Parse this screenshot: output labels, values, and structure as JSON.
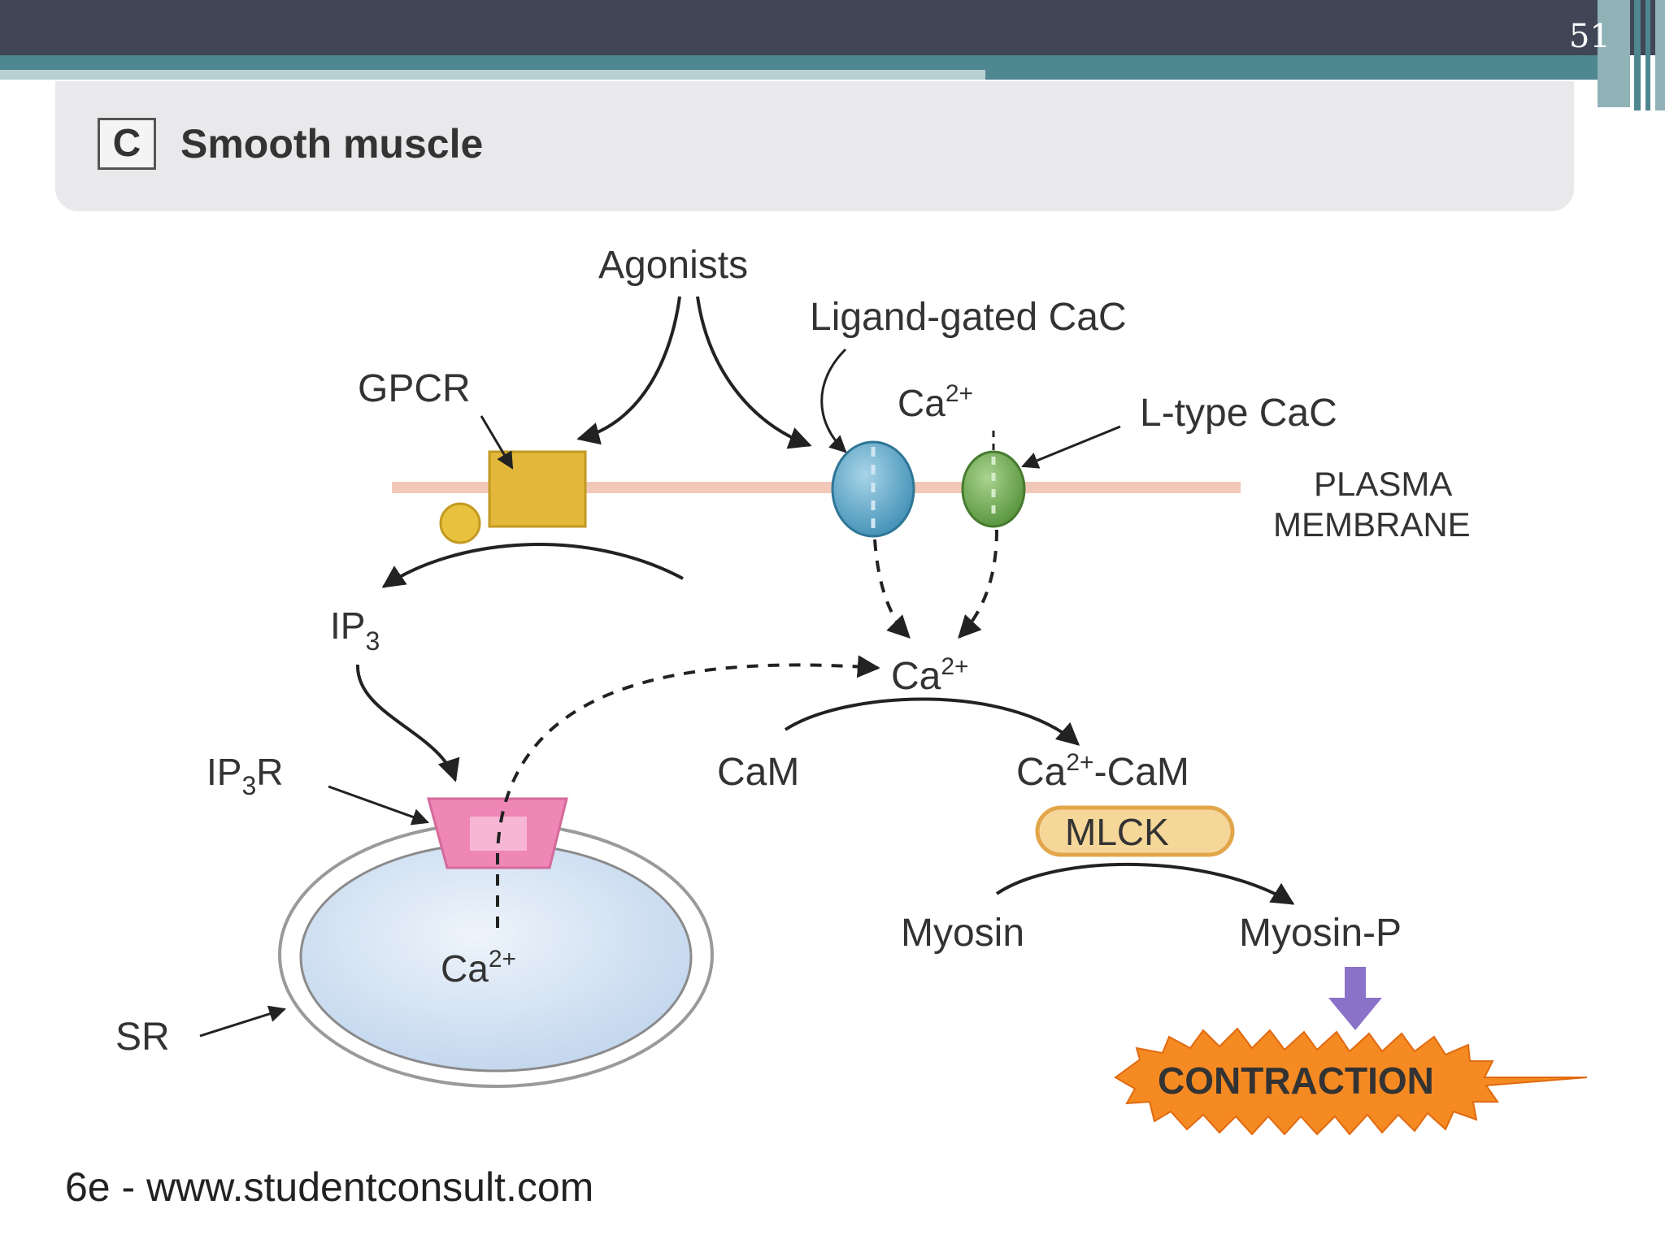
{
  "slide": {
    "number": "51"
  },
  "header": {
    "tag": "C",
    "title": "Smooth muscle"
  },
  "labels": {
    "agonists": "Agonists",
    "ligand_gated": "Ligand-gated CaC",
    "gpcr": "GPCR",
    "ca_top": "Ca",
    "ca_top_sup": "2+",
    "l_type": "L-type CaC",
    "plasma": "PLASMA",
    "membrane": "MEMBRANE",
    "ip3": "IP",
    "ip3_sub": "3",
    "ca_center": "Ca",
    "ca_center_sup": "2+",
    "ip3r_a": "IP",
    "ip3r_sub": "3",
    "ip3r_b": "R",
    "cam": "CaM",
    "ca_cam_a": "Ca",
    "ca_cam_sup": "2+",
    "ca_cam_b": "-CaM",
    "mlck": "MLCK",
    "ca_sr": "Ca",
    "ca_sr_sup": "2+",
    "myosin": "Myosin",
    "myosin_p": "Myosin-P",
    "sr": "SR",
    "contraction": "CONTRACTION"
  },
  "footer": {
    "source": "6e - www.studentconsult.com"
  },
  "colors": {
    "membrane": "#f2c9b8",
    "gpcr": "#e3b83a",
    "ligand_channel": "#5aa6c8",
    "l_type_channel": "#6ea84f",
    "ip3r": "#ee86b6",
    "sr": "#d7e5f3",
    "mlck": "#f5d79a",
    "contraction": "#f58a22",
    "arrow_purple": "#8a72c8"
  }
}
